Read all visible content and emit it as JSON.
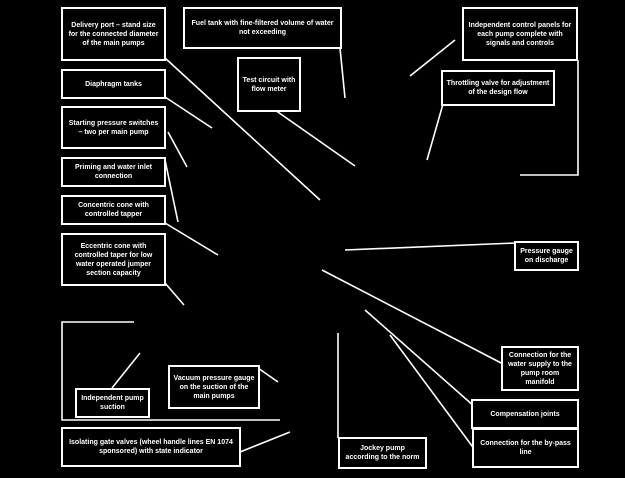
{
  "labels": [
    {
      "id": "l1",
      "text": "Delivery port – stand size for the connected diameter of the main pumps"
    },
    {
      "id": "l2",
      "text": "Fuel tank with fine-filtered volume of water not exceeding"
    },
    {
      "id": "l3",
      "text": "Independent control panels for each pump complete with signals and controls"
    },
    {
      "id": "l4",
      "text": "Test circuit with flow meter"
    },
    {
      "id": "l5",
      "text": "Throttling valve for adjustment of the design flow"
    },
    {
      "id": "l6",
      "text": "Diaphragm tanks"
    },
    {
      "id": "l7",
      "text": "Starting pressure switches – two per main pump"
    },
    {
      "id": "l8",
      "text": "Priming and water inlet connection"
    },
    {
      "id": "l9",
      "text": "Concentric cone with controlled tapper"
    },
    {
      "id": "l10",
      "text": "Eccentric cone with controlled taper for low water operated jumper section capacity"
    },
    {
      "id": "l11",
      "text": "Pressure gauge on discharge"
    },
    {
      "id": "l12",
      "text": "Connection for the water supply to the pump room manifold"
    },
    {
      "id": "l13",
      "text": "Vacuum pressure gauge on the suction of the main pumps"
    },
    {
      "id": "l14",
      "text": "Independent pump suction"
    },
    {
      "id": "l15",
      "text": "Compensation joints"
    },
    {
      "id": "l16",
      "text": "Isolating gate valves (wheel handle lines EN 1074 sponsored) with state indicator"
    },
    {
      "id": "l17",
      "text": "Jockey pump according to the norm"
    },
    {
      "id": "l18",
      "text": "Connection for the by-pass line"
    }
  ]
}
